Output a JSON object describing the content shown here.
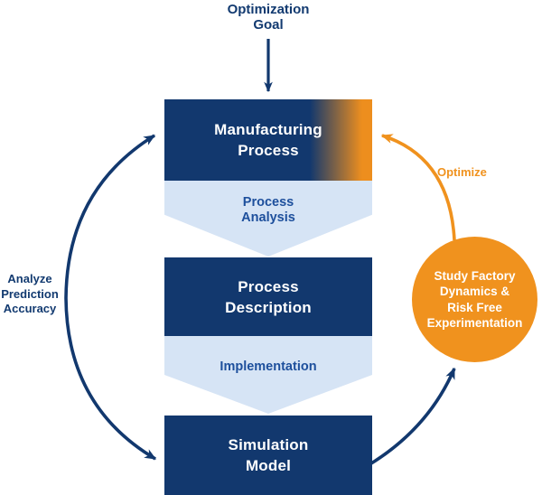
{
  "palette": {
    "navy": "#12386E",
    "light_blue": "#D6E4F5",
    "chevron_text_blue": "#1D4F9C",
    "label_navy": "#123A70",
    "orange": "#F0921E",
    "white": "#FFFFFF"
  },
  "top_label": {
    "line1": "Optimization",
    "line2": "Goal"
  },
  "boxes": {
    "manufacturing": {
      "line1": "Manufacturing",
      "line2": "Process"
    },
    "description": {
      "line1": "Process",
      "line2": "Description"
    },
    "simulation": {
      "line1": "Simulation",
      "line2": "Model"
    }
  },
  "chevrons": {
    "analysis": {
      "line1": "Process",
      "line2": "Analysis"
    },
    "implementation": {
      "line1": "Implementation"
    }
  },
  "left_label": {
    "line1": "Analyze",
    "line2": "Prediction",
    "line3": "Accuracy"
  },
  "optimize_label": "Optimize",
  "circle": {
    "line1": "Study Factory",
    "line2": "Dynamics &",
    "line3": "Risk Free",
    "line4": "Experimentation"
  }
}
